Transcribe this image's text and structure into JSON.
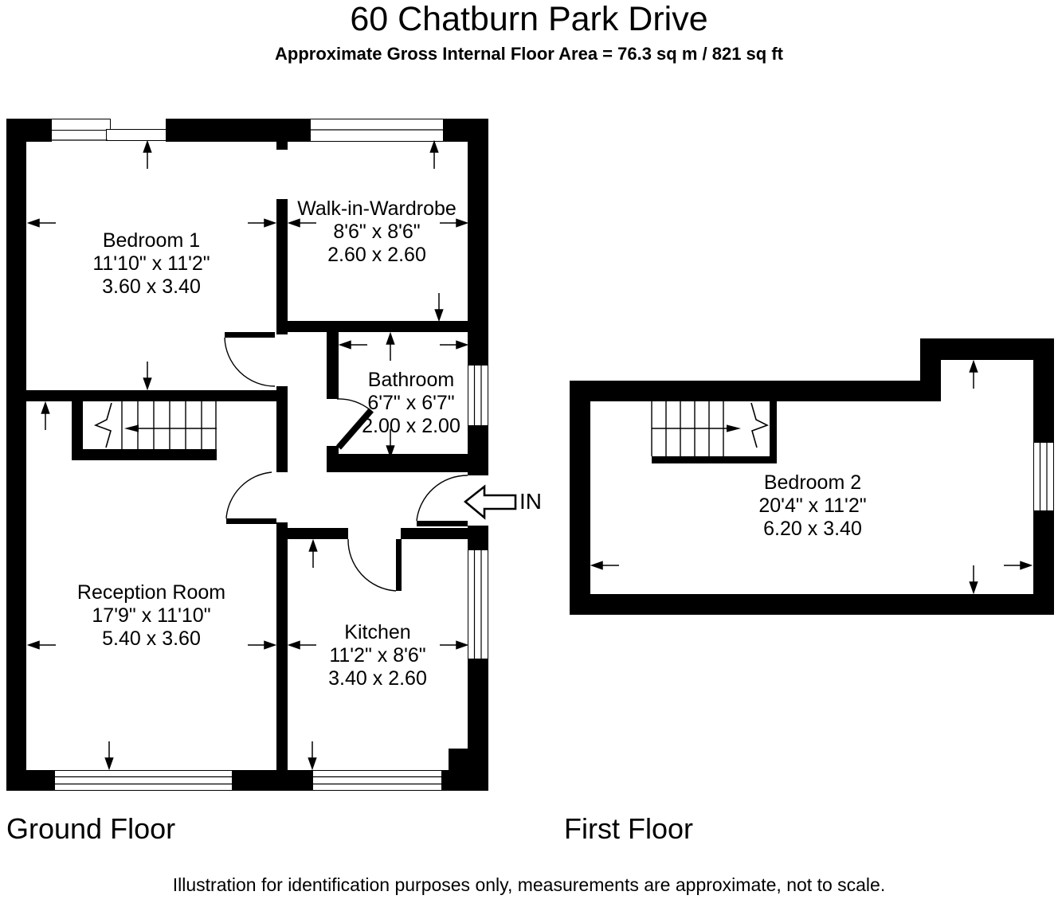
{
  "header": {
    "title": "60 Chatburn Park Drive",
    "subtitle": "Approximate Gross Internal Floor Area  = 76.3 sq m  / 821 sq ft"
  },
  "rooms": {
    "bedroom1": {
      "name": "Bedroom 1",
      "imperial": "11'10\" x 11'2\"",
      "metric": "3.60 x 3.40"
    },
    "wardrobe": {
      "name": "Walk-in-Wardrobe",
      "imperial": "8'6\" x 8'6\"",
      "metric": "2.60 x 2.60"
    },
    "bathroom": {
      "name": "Bathroom",
      "imperial": "6'7\" x 6'7\"",
      "metric": "2.00 x 2.00"
    },
    "reception": {
      "name": "Reception Room",
      "imperial": "17'9\" x 11'10\"",
      "metric": "5.40 x 3.60"
    },
    "kitchen": {
      "name": "Kitchen",
      "imperial": "11'2\" x 8'6\"",
      "metric": "3.40 x 2.60"
    },
    "bedroom2": {
      "name": "Bedroom 2",
      "imperial": "20'4\" x 11'2\"",
      "metric": "6.20 x 3.40"
    }
  },
  "labels": {
    "entrance": "IN",
    "ground_floor": "Ground Floor",
    "first_floor": "First Floor"
  },
  "footer": "Illustration for identification purposes only, measurements are approximate, not to scale.",
  "colors": {
    "walls": "#000000",
    "background": "#ffffff"
  }
}
